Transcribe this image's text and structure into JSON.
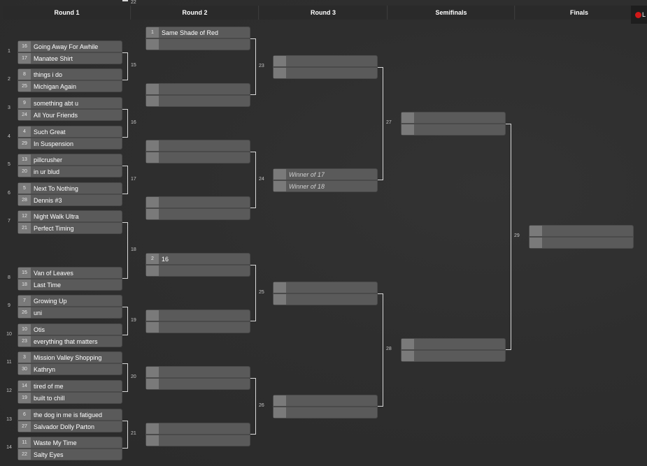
{
  "rounds": [
    "Round 1",
    "Round 2",
    "Round 3",
    "Semifinals",
    "Finals"
  ],
  "live_label": "L",
  "round1": [
    {
      "num": "1",
      "a": {
        "seed": "16",
        "name": "Going Away For Awhile"
      },
      "b": {
        "seed": "17",
        "name": "Manatee Shirt"
      }
    },
    {
      "num": "2",
      "a": {
        "seed": "8",
        "name": "things i do"
      },
      "b": {
        "seed": "25",
        "name": "Michigan Again"
      }
    },
    {
      "num": "3",
      "a": {
        "seed": "9",
        "name": "something abt u"
      },
      "b": {
        "seed": "24",
        "name": "All Your Friends"
      }
    },
    {
      "num": "4",
      "a": {
        "seed": "4",
        "name": "Such Great"
      },
      "b": {
        "seed": "29",
        "name": "In Suspension"
      }
    },
    {
      "num": "5",
      "a": {
        "seed": "13",
        "name": "pillcrusher"
      },
      "b": {
        "seed": "20",
        "name": "in ur blud"
      }
    },
    {
      "num": "6",
      "a": {
        "seed": "5",
        "name": "Next To Nothing"
      },
      "b": {
        "seed": "28",
        "name": "Dennis #3"
      }
    },
    {
      "num": "7",
      "a": {
        "seed": "12",
        "name": "Night Walk Ultra"
      },
      "b": {
        "seed": "21",
        "name": "Perfect Timing"
      }
    },
    {
      "num": "8",
      "a": {
        "seed": "15",
        "name": "Van of Leaves"
      },
      "b": {
        "seed": "18",
        "name": "Last Time"
      }
    },
    {
      "num": "9",
      "a": {
        "seed": "7",
        "name": "Growing Up"
      },
      "b": {
        "seed": "26",
        "name": "uni"
      }
    },
    {
      "num": "10",
      "a": {
        "seed": "10",
        "name": "Otis"
      },
      "b": {
        "seed": "23",
        "name": "everything that matters"
      }
    },
    {
      "num": "11",
      "a": {
        "seed": "3",
        "name": "Mission Valley Shopping"
      },
      "b": {
        "seed": "30",
        "name": "Kathryn"
      }
    },
    {
      "num": "12",
      "a": {
        "seed": "14",
        "name": "tired of me"
      },
      "b": {
        "seed": "19",
        "name": "built to chill"
      }
    },
    {
      "num": "13",
      "a": {
        "seed": "6",
        "name": "the dog in me is fatigued"
      },
      "b": {
        "seed": "27",
        "name": "Salvador Dolly Parton"
      }
    },
    {
      "num": "14",
      "a": {
        "seed": "11",
        "name": "Waste My Time"
      },
      "b": {
        "seed": "22",
        "name": "Salty Eyes"
      }
    }
  ],
  "round2": [
    {
      "num": "15",
      "a": {
        "seed": "1",
        "name": "Same Shade of Red"
      },
      "b": {
        "seed": "",
        "name": ""
      }
    },
    {
      "num": "16",
      "a": {
        "seed": "",
        "name": ""
      },
      "b": {
        "seed": "",
        "name": ""
      }
    },
    {
      "num": "17",
      "a": {
        "seed": "",
        "name": ""
      },
      "b": {
        "seed": "",
        "name": ""
      }
    },
    {
      "num": "18",
      "a": {
        "seed": "",
        "name": ""
      },
      "b": {
        "seed": "",
        "name": ""
      }
    },
    {
      "num": "19",
      "a": {
        "seed": "2",
        "name": "16"
      },
      "b": {
        "seed": "",
        "name": ""
      }
    },
    {
      "num": "20",
      "a": {
        "seed": "",
        "name": ""
      },
      "b": {
        "seed": "",
        "name": ""
      }
    },
    {
      "num": "21",
      "a": {
        "seed": "",
        "name": ""
      },
      "b": {
        "seed": "",
        "name": ""
      }
    },
    {
      "num": "22",
      "a": {
        "seed": "",
        "name": ""
      },
      "b": {
        "seed": "",
        "name": ""
      }
    }
  ],
  "round3": [
    {
      "num": "23",
      "a": {
        "seed": "",
        "name": ""
      },
      "b": {
        "seed": "",
        "name": ""
      }
    },
    {
      "num": "24",
      "a": {
        "seed": "",
        "name": "Winner of 17"
      },
      "b": {
        "seed": "",
        "name": "Winner of 18"
      }
    },
    {
      "num": "25",
      "a": {
        "seed": "",
        "name": ""
      },
      "b": {
        "seed": "",
        "name": ""
      }
    },
    {
      "num": "26",
      "a": {
        "seed": "",
        "name": ""
      },
      "b": {
        "seed": "",
        "name": ""
      }
    }
  ],
  "semifinals": [
    {
      "num": "27",
      "a": {
        "seed": "",
        "name": ""
      },
      "b": {
        "seed": "",
        "name": ""
      }
    },
    {
      "num": "28",
      "a": {
        "seed": "",
        "name": ""
      },
      "b": {
        "seed": "",
        "name": ""
      }
    }
  ],
  "finals": [
    {
      "num": "29",
      "a": {
        "seed": "",
        "name": ""
      },
      "b": {
        "seed": "",
        "name": ""
      }
    }
  ]
}
